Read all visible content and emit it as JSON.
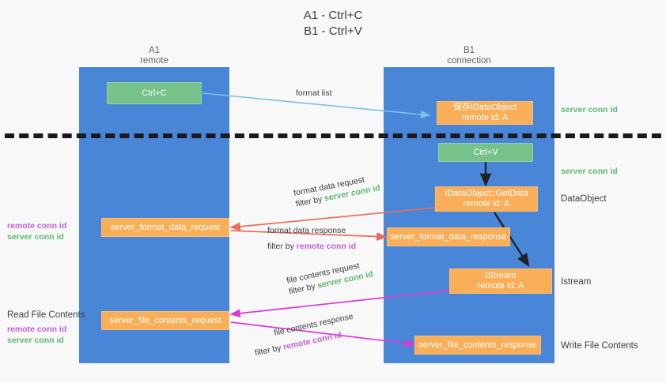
{
  "title": {
    "line1": "A1 - Ctrl+C",
    "line2": "B1 - Ctrl+V"
  },
  "lanes": [
    {
      "name": "A1",
      "sub": "remote"
    },
    {
      "name": "B1",
      "sub": "connection"
    }
  ],
  "colors": {
    "lane": "#4a86d8",
    "green_box": "#76c28a",
    "orange_box": "#f9ae57",
    "server_conn_id": "#5bb974",
    "remote_conn_id": "#c361d8",
    "arrow_blue": "#7ec0e8",
    "arrow_red": "#ea6b5e",
    "arrow_magenta": "#d63bd6",
    "arrow_black": "#202124",
    "divider": "#1a1a1a",
    "background": "#f8f8f8"
  },
  "boxes": {
    "ctrl_c": {
      "line1": "Ctrl+C"
    },
    "ctrl_v": {
      "line1": "Ctrl+V"
    },
    "save_idataobject": {
      "line1": "保存IDataObject",
      "line2": "remote id: A"
    },
    "getdata": {
      "line1": "IDataObject::GetData",
      "line2": "remote id: A"
    },
    "istream": {
      "line1": "IStream",
      "line2": "remote id: A"
    },
    "server_format_data_request": {
      "line1": "server_format_data_request"
    },
    "server_format_data_response": {
      "line1": "server_format_data_response"
    },
    "server_file_contents_request": {
      "line1": "server_file_contents_request"
    },
    "server_file_contents_response": {
      "line1": "server_file_contents_response"
    }
  },
  "edge_labels": {
    "format_list": "format list",
    "format_data_request": "format data request",
    "format_data_request_filter_pre": "filter by ",
    "format_data_request_filter_id": "server conn id",
    "format_data_response": "format data response",
    "format_data_response_filter_pre": "filter by ",
    "format_data_response_filter_id": "remote conn id",
    "file_contents_request": "file contents request",
    "file_contents_request_filter_pre": "filter by ",
    "file_contents_request_filter_id": "server conn id",
    "file_contents_response": "file contents response",
    "file_contents_response_filter_pre": "filter by ",
    "file_contents_response_filter_id": "remote conn id"
  },
  "annotations": {
    "right_server_conn_id_top": "server conn id",
    "right_server_conn_id_mid": "server conn id",
    "right_dataobject": "DataObject",
    "right_istream": "Istream",
    "right_write_file_contents": "Write File Contents",
    "left_read_file_contents": "Read File Contents",
    "left_remote_conn_id_1": "remote conn id",
    "left_server_conn_id_1": "server conn id",
    "left_remote_conn_id_2": "remote conn id",
    "left_server_conn_id_2": "server conn id"
  }
}
